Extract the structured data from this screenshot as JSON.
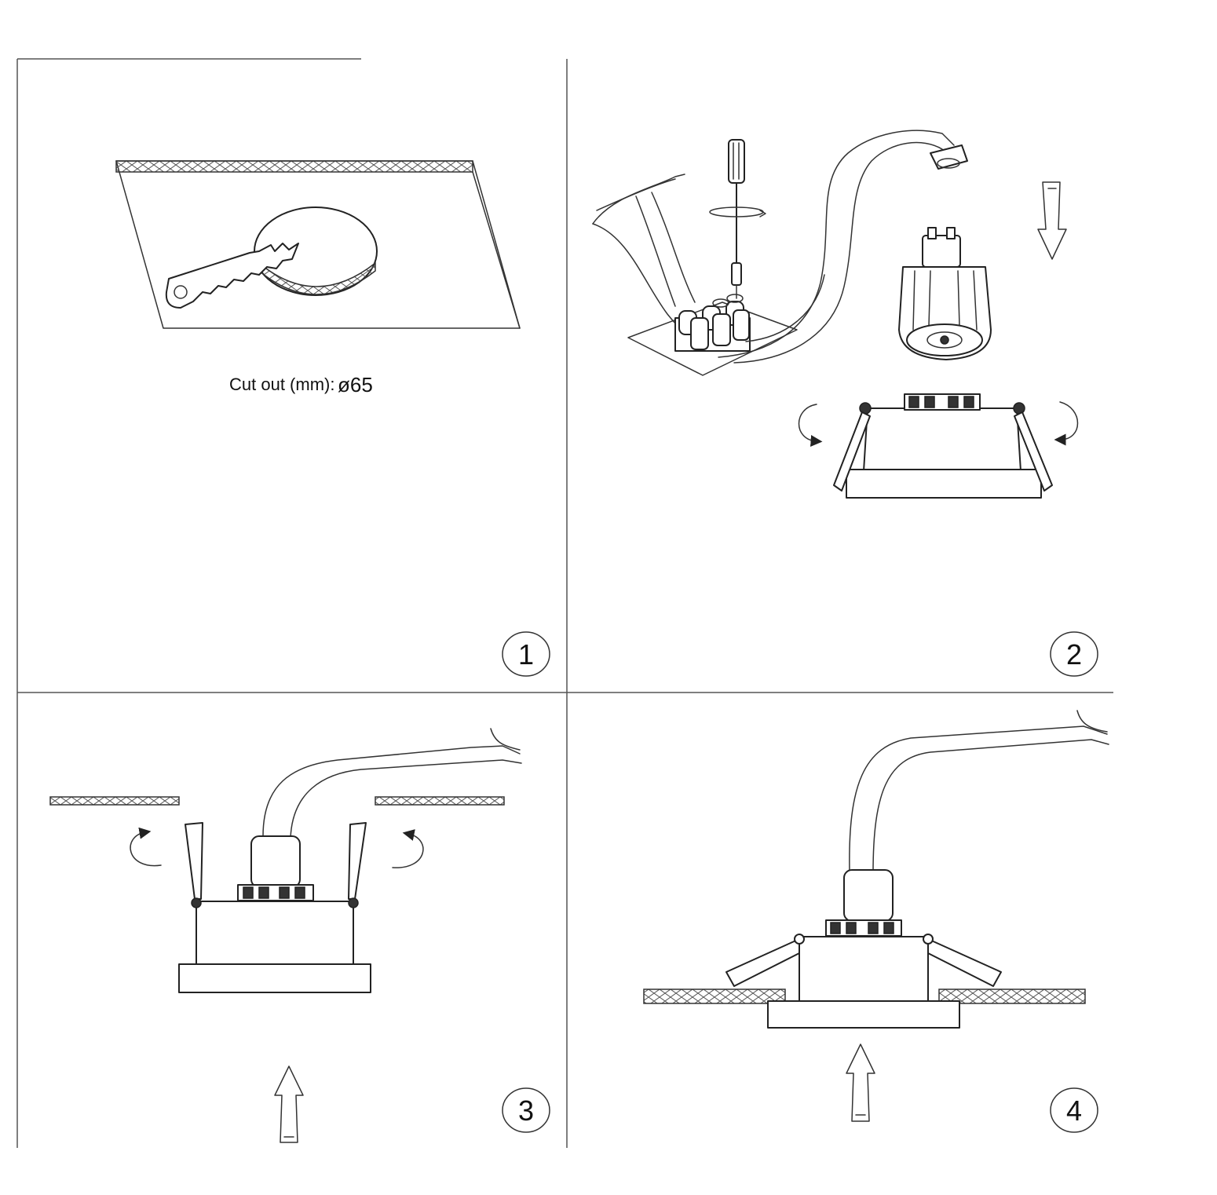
{
  "steps": [
    {
      "number": "1",
      "caption_label": "Cut out (mm):",
      "caption_value": "ø65"
    },
    {
      "number": "2"
    },
    {
      "number": "3"
    },
    {
      "number": "4"
    }
  ]
}
